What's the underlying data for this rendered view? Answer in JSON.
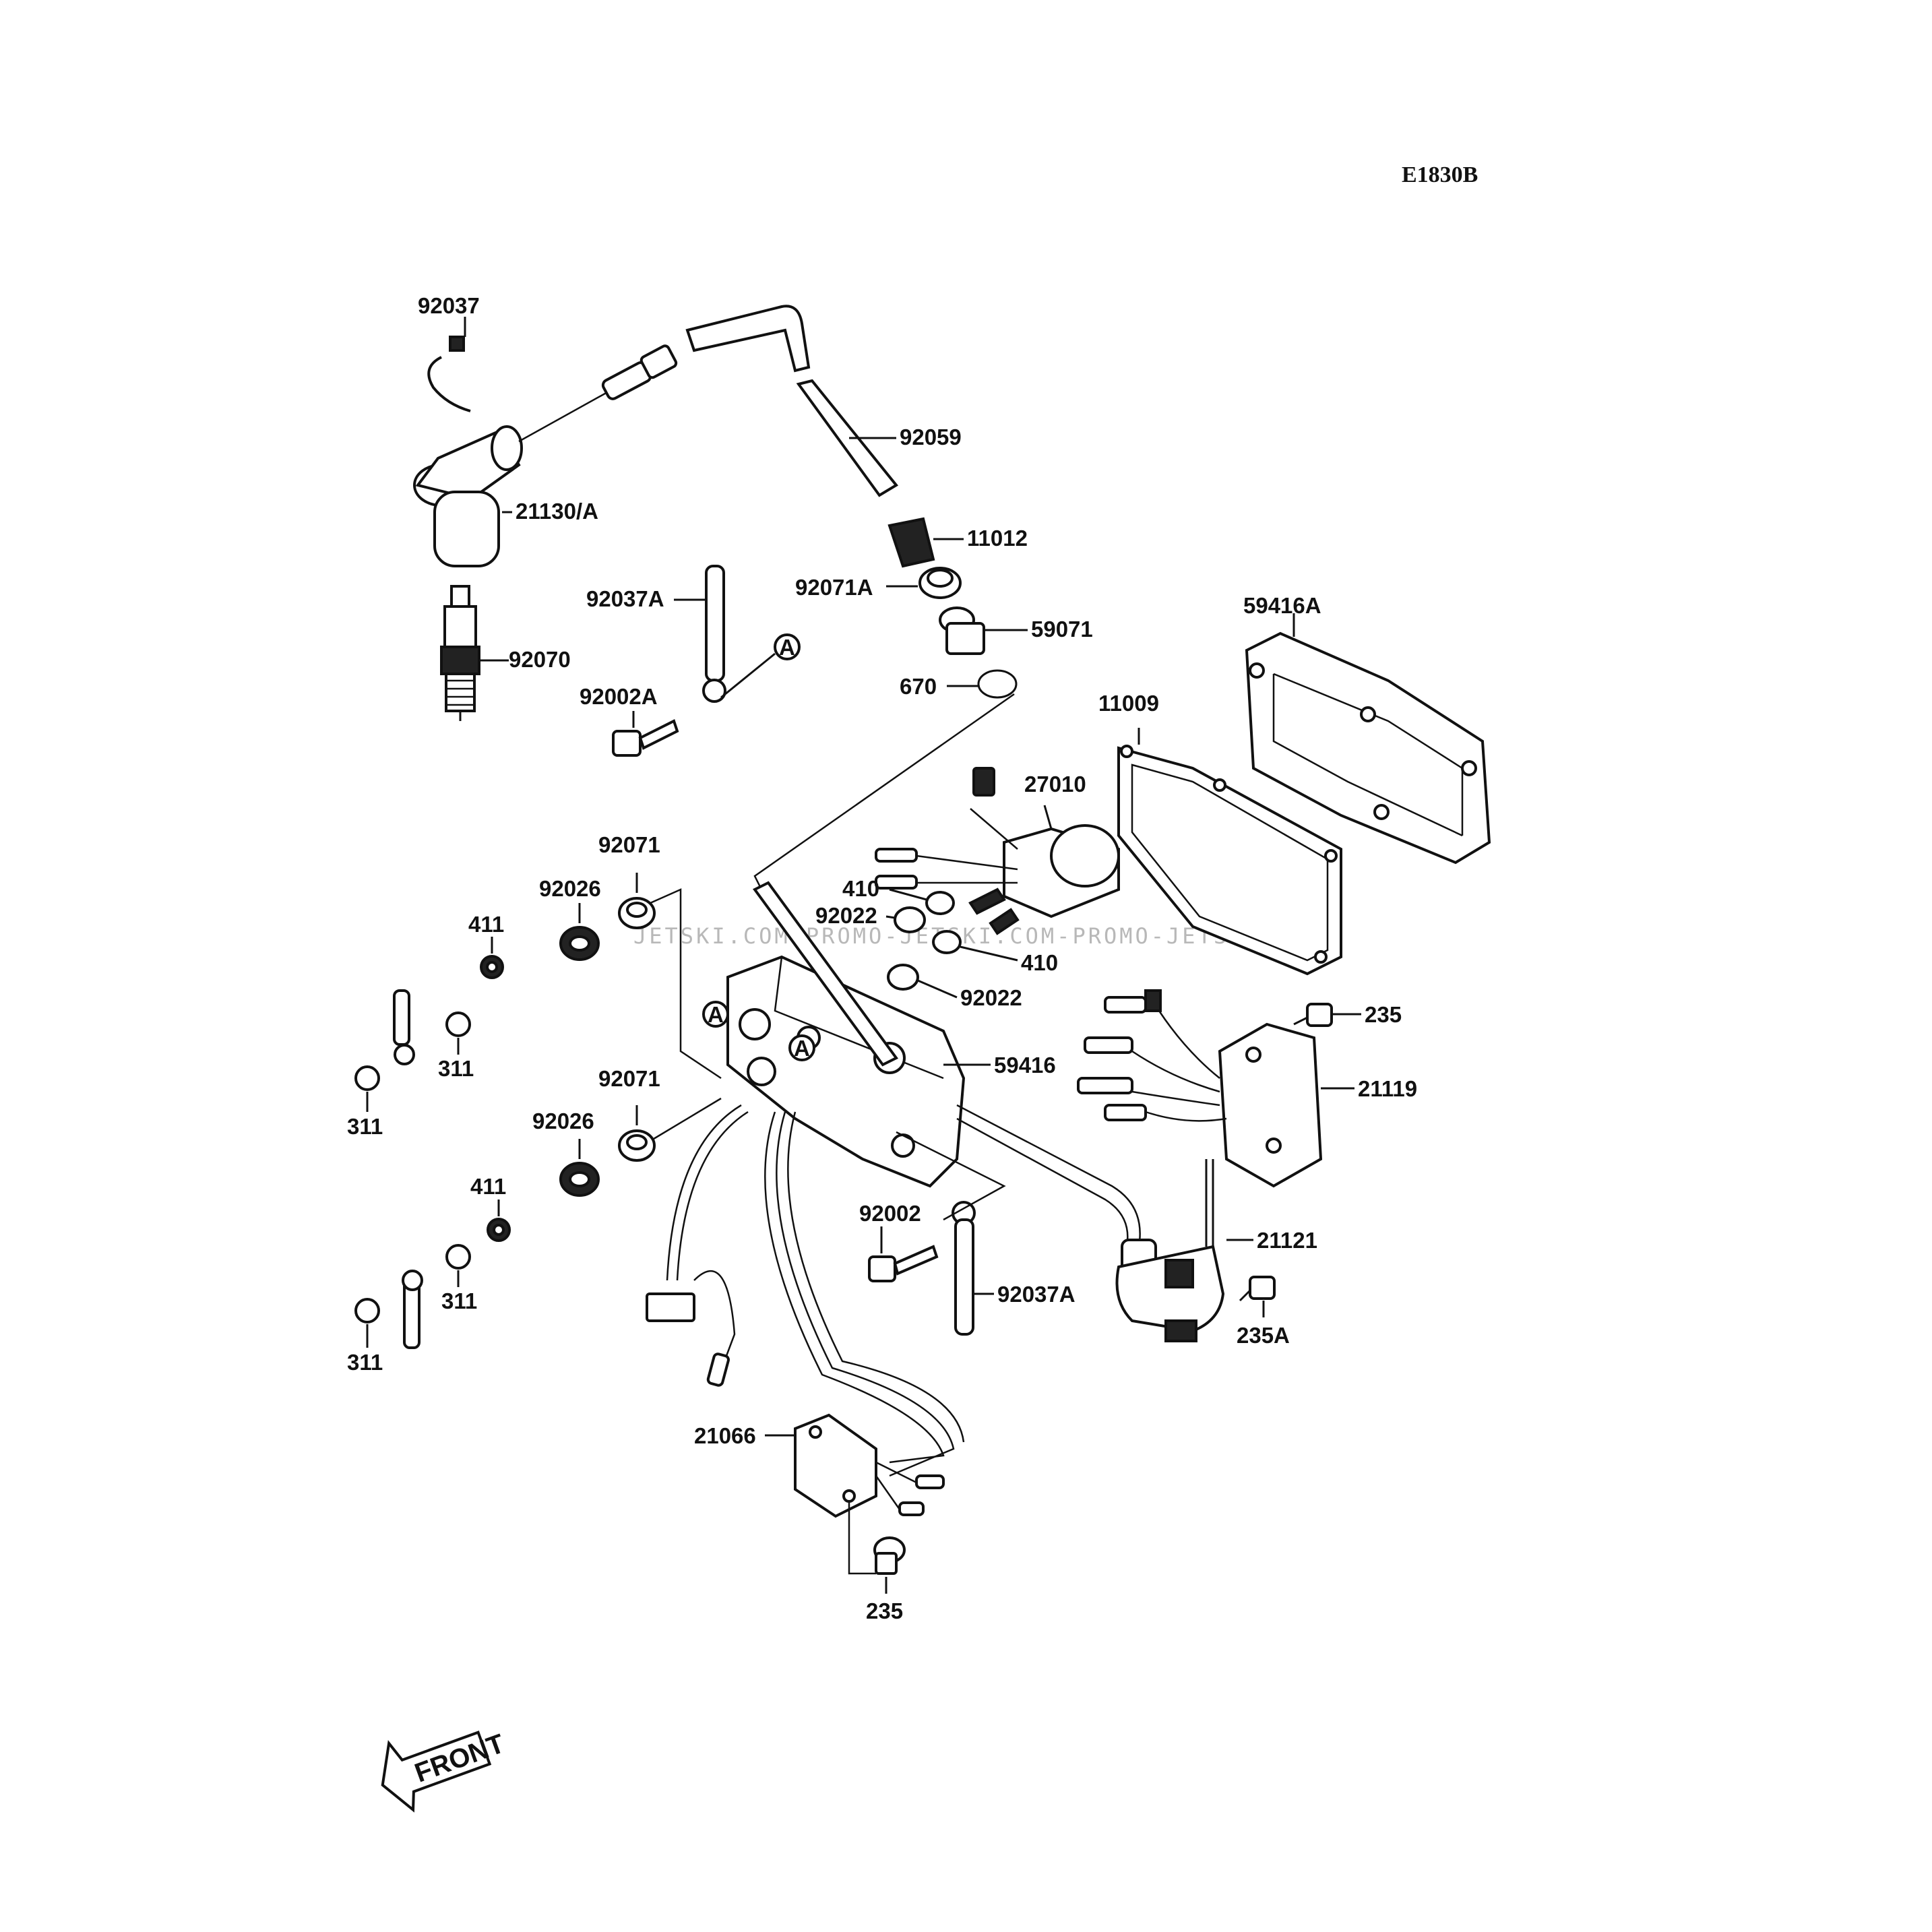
{
  "diagram_code": "E1830B",
  "watermark": "JETSKI.COM-PROMO-JETSKI.COM-PROMO-JETSKI.COM",
  "front_label": "FRONT",
  "circle_marker": "A",
  "callouts": {
    "p92037": "92037",
    "p92059": "92059",
    "p21130A": "21130/A",
    "p11012": "11012",
    "p92071A": "92071A",
    "p92037A_top": "92037A",
    "p59071": "59071",
    "p59416A": "59416A",
    "p92070": "92070",
    "p670": "670",
    "p11009": "11009",
    "p92002A": "92002A",
    "p27010": "27010",
    "p92071_top": "92071",
    "p92026_top": "92026",
    "p410_left": "410",
    "p92022_left": "92022",
    "p411_top": "411",
    "p410_right": "410",
    "p92022_right": "92022",
    "p235_right": "235",
    "p311_a": "311",
    "p59416": "59416",
    "p21119": "21119",
    "p311_b": "311",
    "p92071_bottom": "92071",
    "p92026_bottom": "92026",
    "p411_bottom": "411",
    "p92002": "92002",
    "p21121": "21121",
    "p311_c": "311",
    "p92037A_bottom": "92037A",
    "p235A": "235A",
    "p311_d": "311",
    "p21066": "21066",
    "p235_bottom": "235"
  }
}
